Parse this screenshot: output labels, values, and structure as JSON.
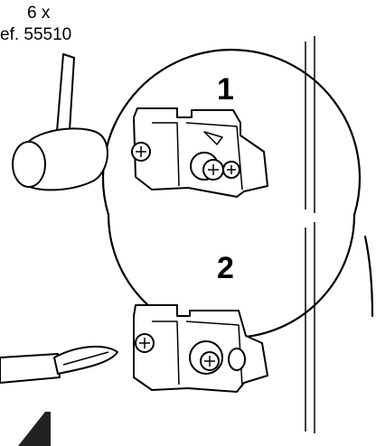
{
  "callout": {
    "quantity": "6 x",
    "reference": "ef. 55510"
  },
  "steps": [
    {
      "number": "1"
    },
    {
      "number": "2"
    }
  ]
}
